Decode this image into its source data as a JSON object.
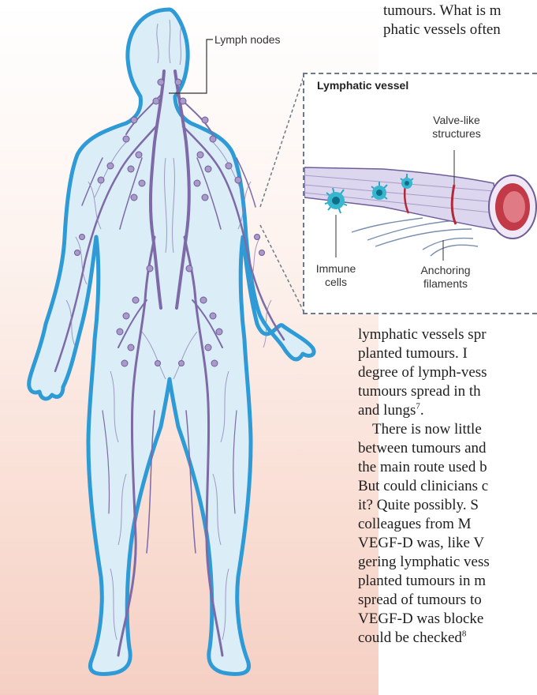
{
  "figure": {
    "callout_label": "Lymph nodes",
    "inset": {
      "title": "Lymphatic vessel",
      "valve_label": [
        "Valve-like",
        "structures"
      ],
      "immune_label": [
        "Immune",
        "cells"
      ],
      "anchoring_label": [
        "Anchoring",
        "filaments"
      ]
    },
    "colors": {
      "body_fill": "#dbeef8",
      "body_outline": "#2e9ad6",
      "vessel": "#7e6aa6",
      "node": "#a99ac9",
      "background_bottom": "#f5cfc3"
    }
  },
  "text": {
    "top_lines": [
      "tumours. What is m",
      "phatic vessels often"
    ],
    "right_lines": [
      "lymphatic vessels spr",
      "planted tumours. I",
      "degree of lymph-vess",
      "tumours spread in th",
      "and lungs"
    ],
    "footnote_7": "7",
    "para2_lines": [
      "There is now little",
      "between tumours and",
      "the main route used b",
      "But could clinicians c",
      "it? Quite possibly. S",
      "colleagues from M",
      "VEGF-D was, like V",
      "gering lymphatic vess",
      "planted tumours in m",
      "spread of tumours to",
      "VEGF-D was blocke",
      "could be checked"
    ],
    "footnote_8": "8"
  }
}
